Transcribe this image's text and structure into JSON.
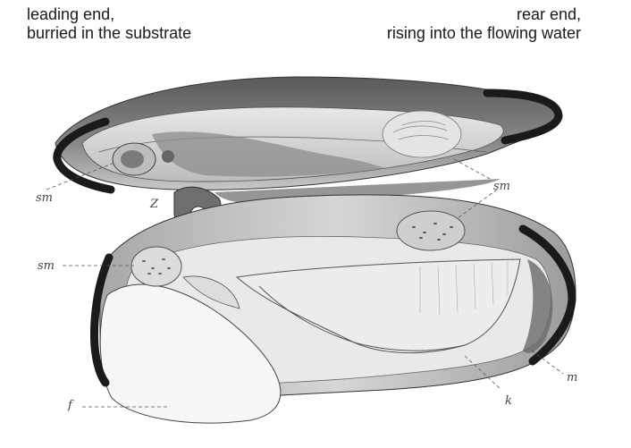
{
  "captions": {
    "leading": {
      "line1": "leading end,",
      "line2": "burried in the substrate"
    },
    "rear": {
      "line1": "rear end,",
      "line2": "rising into the flowing water"
    }
  },
  "labels": {
    "sm_left": "sm",
    "z": "Z",
    "sm_right": "sm",
    "sm_mid": "sm",
    "f": "f",
    "k": "k",
    "m": "m"
  },
  "colors": {
    "ink": "#333333",
    "shade": "#9a9a9a",
    "marker": "#1a1a1a"
  }
}
